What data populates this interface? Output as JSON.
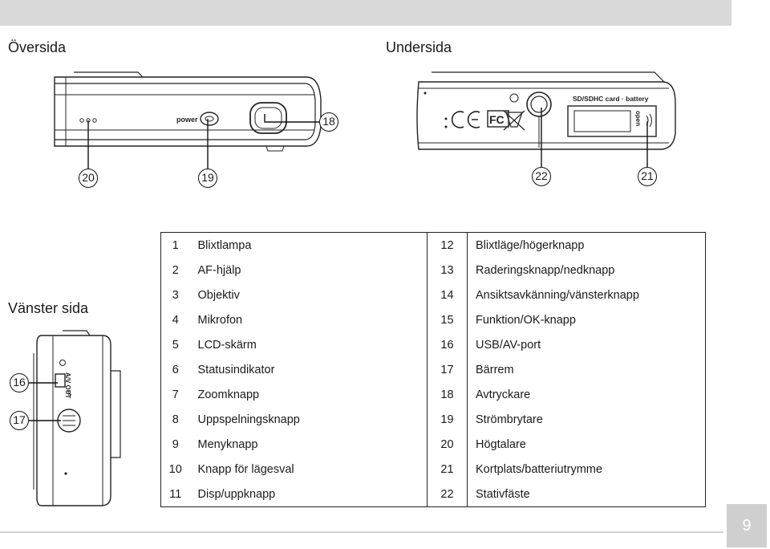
{
  "sections": {
    "top": "Översida",
    "bottom": "Undersida",
    "left": "Vänster sida"
  },
  "callouts": {
    "c16": "16",
    "c17": "17",
    "c18": "18",
    "c19": "19",
    "c20": "20",
    "c21": "21",
    "c22": "22"
  },
  "camera_labels": {
    "power": "power",
    "card": "SD/SDHC card · battery",
    "open": "open",
    "av_out": "A/V OUT"
  },
  "parts": [
    {
      "n": "1",
      "label": "Blixtlampa",
      "n2": "12",
      "label2": "Blixtläge/högerknapp"
    },
    {
      "n": "2",
      "label": "AF-hjälp",
      "n2": "13",
      "label2": "Raderingsknapp/nedknapp"
    },
    {
      "n": "3",
      "label": "Objektiv",
      "n2": "14",
      "label2": "Ansiktsavkänning/vänsterknapp"
    },
    {
      "n": "4",
      "label": "Mikrofon",
      "n2": "15",
      "label2": "Funktion/OK-knapp"
    },
    {
      "n": "5",
      "label": "LCD-skärm",
      "n2": "16",
      "label2": "USB/AV-port"
    },
    {
      "n": "6",
      "label": "Statusindikator",
      "n2": "17",
      "label2": "Bärrem"
    },
    {
      "n": "7",
      "label": "Zoomknapp",
      "n2": "18",
      "label2": "Avtryckare"
    },
    {
      "n": "8",
      "label": "Uppspelningsknapp",
      "n2": "19",
      "label2": "Strömbrytare"
    },
    {
      "n": "9",
      "label": "Menyknapp",
      "n2": "20",
      "label2": "Högtalare"
    },
    {
      "n": "10",
      "label": "Knapp för lägesval",
      "n2": "21",
      "label2": "Kortplats/batteriutrymme"
    },
    {
      "n": "11",
      "label": "Disp/uppknapp",
      "n2": "22",
      "label2": "Stativfäste"
    }
  ],
  "page_number": "9"
}
